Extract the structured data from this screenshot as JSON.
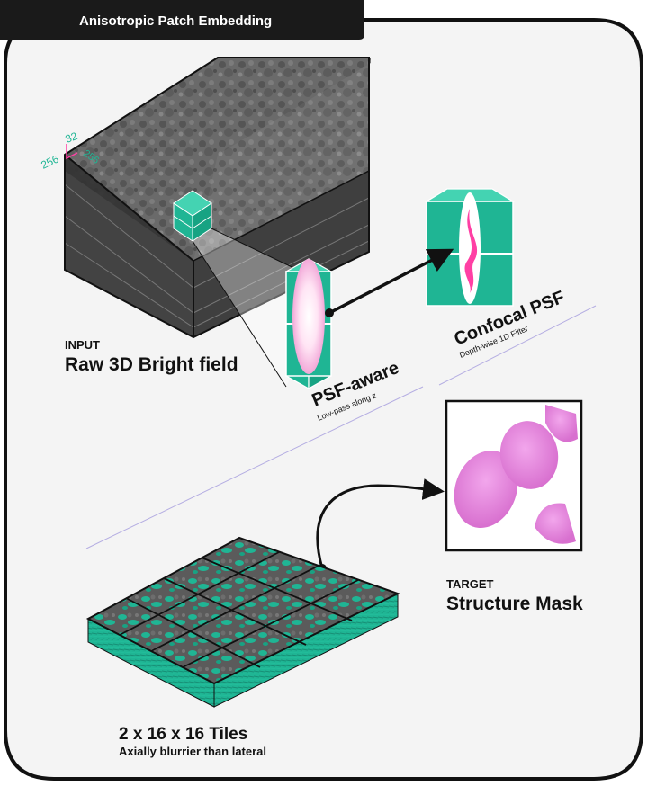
{
  "header": {
    "title": "Anisotropic Patch Embedding"
  },
  "input": {
    "tag": "INPUT",
    "title": "Raw 3D Bright field",
    "dims": {
      "depth": "32",
      "height": "256",
      "width": "256"
    }
  },
  "psf_aware": {
    "title": "PSF-aware",
    "subtitle": "Low-pass along z"
  },
  "confocal_psf": {
    "title": "Confocal PSF",
    "subtitle": "Depth-wise 1D Filter"
  },
  "target": {
    "tag": "TARGET",
    "title": "Structure Mask"
  },
  "tiles": {
    "title": "2 x 16 x 16 Tiles",
    "subtitle": "Axially blurrier than lateral"
  },
  "colors": {
    "accent": "#1fb594",
    "accent_dark": "#0f8a70",
    "dark": "#1a1a1a",
    "pink": "#e877d8",
    "magenta": "#ff3fa4",
    "panel_bg": "#f4f4f4"
  },
  "icons": [
    "psf-lens-icon",
    "confocal-psf-icon",
    "patch-cube-icon"
  ]
}
